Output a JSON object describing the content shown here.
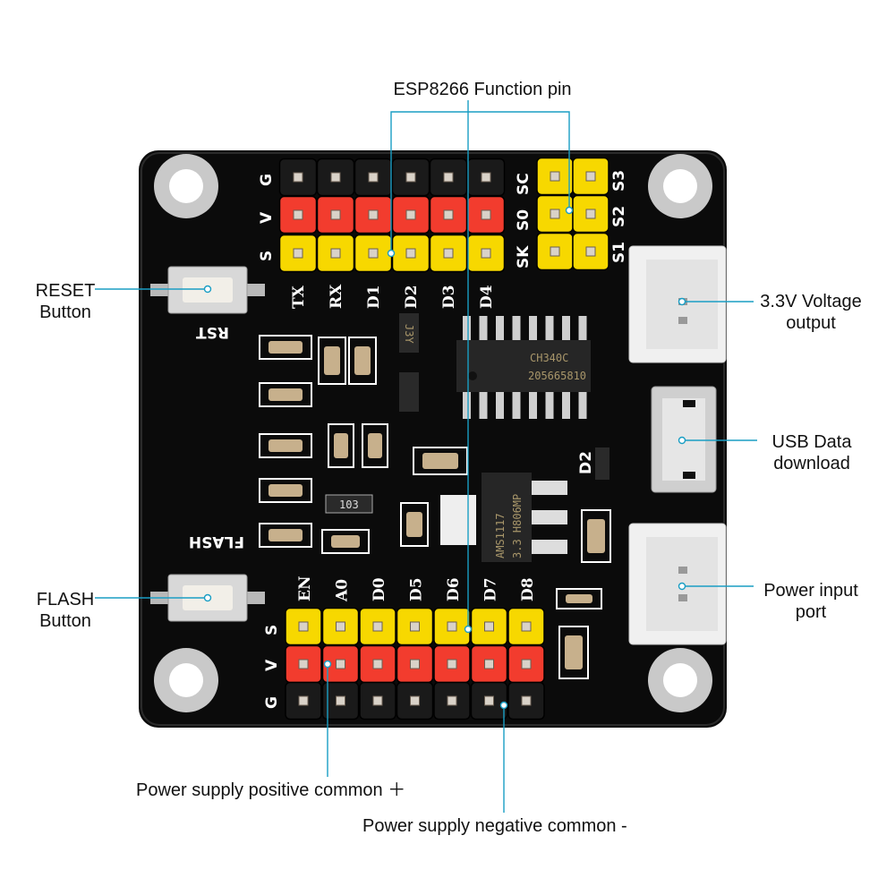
{
  "callouts": {
    "function_pin": "ESP8266 Function pin",
    "reset_1": "RESET",
    "reset_2": "Button",
    "flash_1": "FLASH",
    "flash_2": "Button",
    "v33_1": "3.3V Voltage",
    "v33_2": "output",
    "usb_1": "USB Data",
    "usb_2": "download",
    "power_1": "Power input",
    "power_2": "port",
    "positive": "Power supply positive common ＋",
    "negative": "Power supply negative common -"
  },
  "board": {
    "top_row_labels": [
      "G",
      "V",
      "S"
    ],
    "top_pins": [
      "TX",
      "RX",
      "D1",
      "D2",
      "D3",
      "D4"
    ],
    "spi_left": [
      "SC",
      "S0",
      "SK"
    ],
    "spi_right": [
      "S3",
      "S2",
      "S1"
    ],
    "bottom_row_labels": [
      "S",
      "V",
      "G"
    ],
    "bottom_pins": [
      "EN",
      "A0",
      "D0",
      "D5",
      "D6",
      "D7",
      "D8"
    ],
    "rst_label": "RST",
    "flash_label": "FLASH",
    "d2_label": "D2",
    "usb_chip_1": "CH340C",
    "usb_chip_2": "205665810",
    "regulator_1": "AMS1117",
    "regulator_2": "3.3 H806MP",
    "resistor_array": "103",
    "transistor": "J3Y"
  },
  "colors": {
    "board": "#0b0b0b",
    "header_red": "#f23c2e",
    "header_yellow": "#f7d800",
    "header_black": "#1a1a1a",
    "callout_line": "#1a9ec4"
  }
}
